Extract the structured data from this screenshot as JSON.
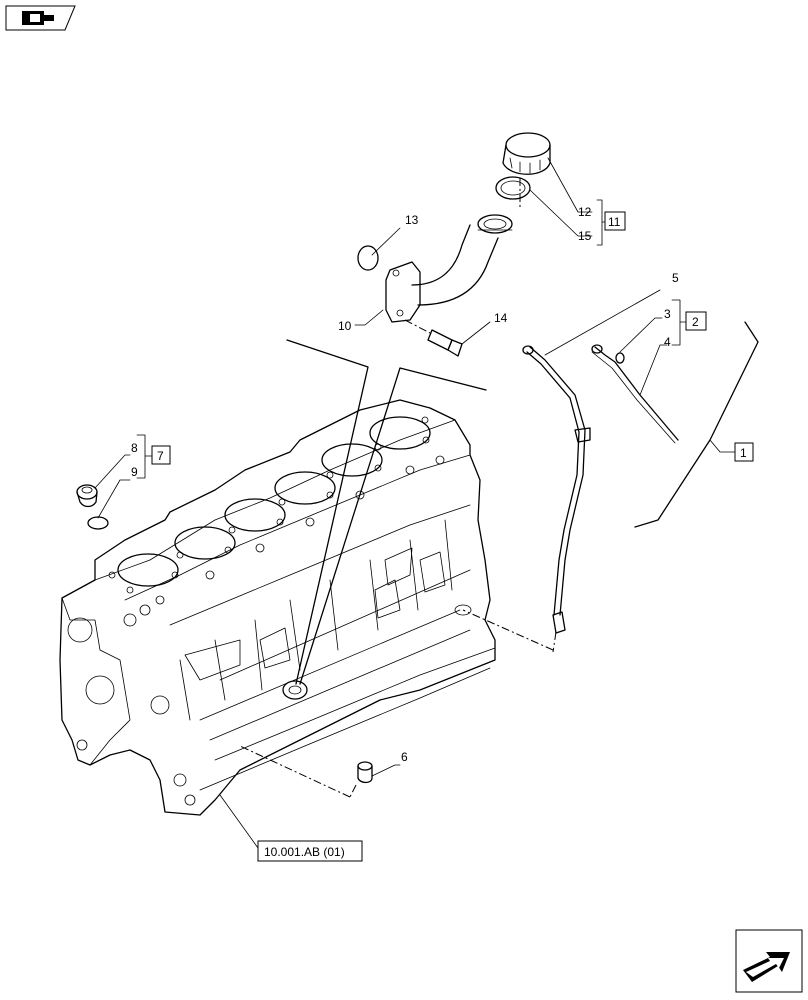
{
  "callouts": {
    "c1": "1",
    "c2": "2",
    "c3": "3",
    "c4": "4",
    "c5": "5",
    "c6": "6",
    "c7": "7",
    "c8": "8",
    "c9": "9",
    "c10": "10",
    "c11": "11",
    "c12": "12",
    "c13": "13",
    "c14": "14",
    "c15": "15"
  },
  "reference": {
    "label": "10.001.AB (01)"
  },
  "icons": {
    "top_left": "book-arrow-icon",
    "bottom_right": "next-page-arrow-icon"
  }
}
